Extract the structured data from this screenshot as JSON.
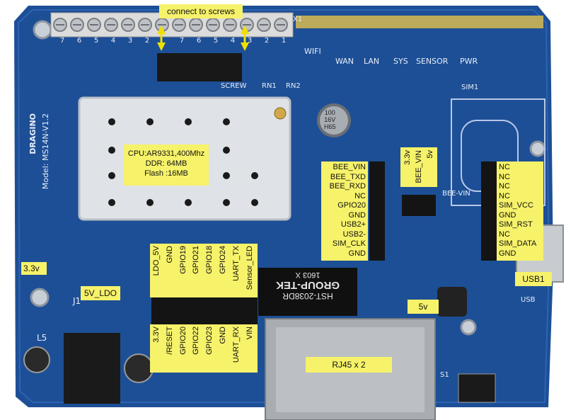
{
  "top_label": "connect to screws",
  "header_x1": "X1",
  "screw_numbers_left": [
    "7",
    "6",
    "5",
    "4",
    "3",
    "2"
  ],
  "screw_numbers_right": [
    "7",
    "6",
    "5",
    "4",
    "3",
    "2",
    "1"
  ],
  "screw_caption": "SCREW",
  "rn_labels": [
    "RN1",
    "RN2"
  ],
  "leds": [
    "WIFI",
    "WAN",
    "LAN",
    "SYS",
    "SENSOR",
    "PWR"
  ],
  "sim_label": "SIM1",
  "model_text": "Model: MS14N-V1.2",
  "brand_text": "DRAGINO",
  "cap_text": [
    "100",
    "16V",
    "H65"
  ],
  "cpu_label": [
    "CPU:AR9331,400Mhz",
    "DDR: 64MB",
    "Flash :16MB"
  ],
  "bee_pins": [
    "BEE_VIN",
    "BEE_TXD",
    "BEE_RXD",
    "NC",
    "GPIO20",
    "GND",
    "USB2+",
    "USB2-",
    "SIM_CLK",
    "GND"
  ],
  "voltage_select": [
    "5v",
    "BEE_VIN",
    "3.3v"
  ],
  "bee_vin_label": "BEE-VIN",
  "sim_pins": [
    "NC",
    "NC",
    "NC",
    "NC",
    "SIM_VCC",
    "GND",
    "SIM_RST",
    "NC",
    "SIM_DATA",
    "GND"
  ],
  "label_3v3": "3.3v",
  "label_5v_ldo": "5V_LDO",
  "label_usb1": "USB1",
  "label_5v": "5v",
  "gpio_top": [
    "LDO_5V",
    "GND",
    "GPIO19",
    "GPIO21",
    "GPIO18",
    "GPIO24",
    "UART_TX",
    "Sensor_LED"
  ],
  "gpio_bottom": [
    "3.3V",
    "/RESET",
    "GPIO20",
    "GPIO22",
    "GPIO23",
    "GND",
    "UART_RX",
    "VIN"
  ],
  "rj45_label": "RJ45 x 2",
  "transformer_text": [
    "1603  X",
    "GROUP-TEK",
    "HST-2038DR"
  ],
  "usb_text": "USB",
  "s1_text": "S1",
  "j1_text": "J1",
  "l5_text": "L5",
  "colors": {
    "board": "#1d4f96",
    "board_dark": "#16407d",
    "label": "#f6f26a",
    "silk": "#e8eef8",
    "arrow": "#f0e000"
  }
}
